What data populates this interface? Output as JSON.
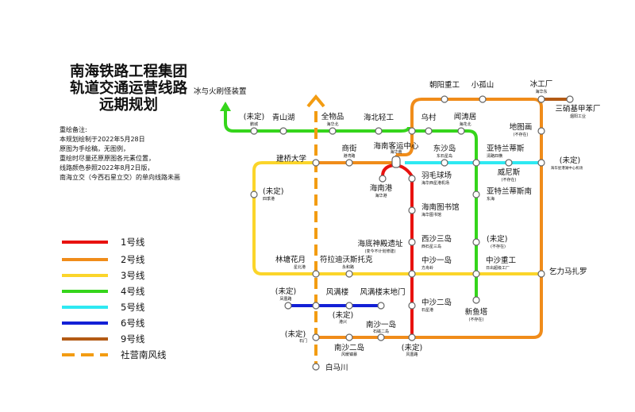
{
  "title": [
    "南海铁路工程集团",
    "轨道交通运营线路",
    "远期规划"
  ],
  "notes": [
    "重绘备注:",
    "本规划绘制于2022年5月28日",
    "原图为手绘稿，无图例，",
    "重绘时尽量还原原图各元素位置，",
    "线路颜色参照2022年8月2日版，",
    "南海立交（今西石星立交）的单向线路未画"
  ],
  "legend": [
    {
      "label": "1号线",
      "color": "#e8120f"
    },
    {
      "label": "2号线",
      "color": "#f08c1a"
    },
    {
      "label": "3号线",
      "color": "#fbd52a"
    },
    {
      "label": "4号线",
      "color": "#35d51b"
    },
    {
      "label": "5号线",
      "color": "#2ee9f2"
    },
    {
      "label": "6号线",
      "color": "#1320d6"
    },
    {
      "label": "9号线",
      "color": "#b35a14"
    },
    {
      "label": "社营南风线",
      "color": "#f39c12",
      "dashed": true
    }
  ],
  "stations": {
    "bingyu": {
      "name": "冰与火刷怪装置"
    },
    "weiding_l4": {
      "name": "(未定)",
      "sub": "鹏城"
    },
    "qingshanhu": {
      "name": "青山湖"
    },
    "quanwupin": {
      "name": "全物品",
      "sub": "海华北"
    },
    "haibei": {
      "name": "海北轻工"
    },
    "wucun": {
      "name": "乌村"
    },
    "wentaoju": {
      "name": "闻涛居",
      "sub": "海花北"
    },
    "zhaoyang": {
      "name": "朝阳重工"
    },
    "xiaogushan": {
      "name": "小孤山"
    },
    "binggongchang": {
      "name": "冰工厂",
      "sub": "海华东"
    },
    "sanxiao": {
      "name": "三硝基甲苯厂",
      "sub": "烟阳工业"
    },
    "ditu": {
      "name": "地图画",
      "sub": "(不存在)"
    },
    "jianqiao": {
      "name": "建桥大学"
    },
    "shangjie": {
      "name": "商街",
      "sub": "港湾路"
    },
    "kehub": {
      "name": "海南客运中心",
      "sub": "海华南"
    },
    "dongsha": {
      "name": "东沙岛",
      "sub": "东石星岛"
    },
    "yatelan": {
      "name": "亚特兰蒂斯",
      "sub": "清路四横"
    },
    "weinisi": {
      "name": "威尼斯",
      "sub": "(不存在)"
    },
    "weiding_e": {
      "name": "(未定)",
      "sub": "海华星港湖中心机场"
    },
    "hainangang": {
      "name": "海南港",
      "sub": "海华港"
    },
    "yumaoqiu": {
      "name": "羽毛球场",
      "sub": "海华西星港机场"
    },
    "yatelan_s": {
      "name": "亚特兰蒂斯南",
      "sub": "东海"
    },
    "weiding_w": {
      "name": "(未定)",
      "sub": "四季港"
    },
    "tushuguan": {
      "name": "海南图书馆",
      "sub": "海华图书馆"
    },
    "haidi": {
      "name": "海底神殿遗址",
      "sub": "(变今不计划修建)"
    },
    "xisha3": {
      "name": "西沙三岛",
      "sub": "西石星三岛"
    },
    "weiding_m": {
      "name": "(未定)",
      "sub": "(不存在)"
    },
    "linhuayue": {
      "name": "林塘花月",
      "sub": "星北港"
    },
    "fulati": {
      "name": "符拉迪沃斯托克",
      "sub": "永和路"
    },
    "zhongsha1": {
      "name": "中沙一岛",
      "sub": "方舟岭"
    },
    "zhongsha_zg": {
      "name": "中沙重工",
      "sub": "日出超级工厂"
    },
    "yili": {
      "name": "乞力马扎罗"
    },
    "weiding_6": {
      "name": "(未定)",
      "sub": "凤凰路"
    },
    "fengman": {
      "name": "风满楼"
    },
    "fengman_end": {
      "name": "风满楼末地门"
    },
    "weiding_6b": {
      "name": "(未定)",
      "sub": "港兴"
    },
    "zhongsha2": {
      "name": "中沙二岛",
      "sub": "石星港"
    },
    "xinyuta": {
      "name": "新鱼塔",
      "sub": "(不存在)"
    },
    "nansha1": {
      "name": "南沙一岛",
      "sub": "石磁二岛"
    },
    "weiding_sw": {
      "name": "(未定)",
      "sub": "石门"
    },
    "nansha2": {
      "name": "南沙二岛",
      "sub": "风暖镇暴"
    },
    "weiding_s": {
      "name": "(未定)",
      "sub": "风凰路"
    },
    "baimachuan": {
      "name": "白马川"
    }
  }
}
